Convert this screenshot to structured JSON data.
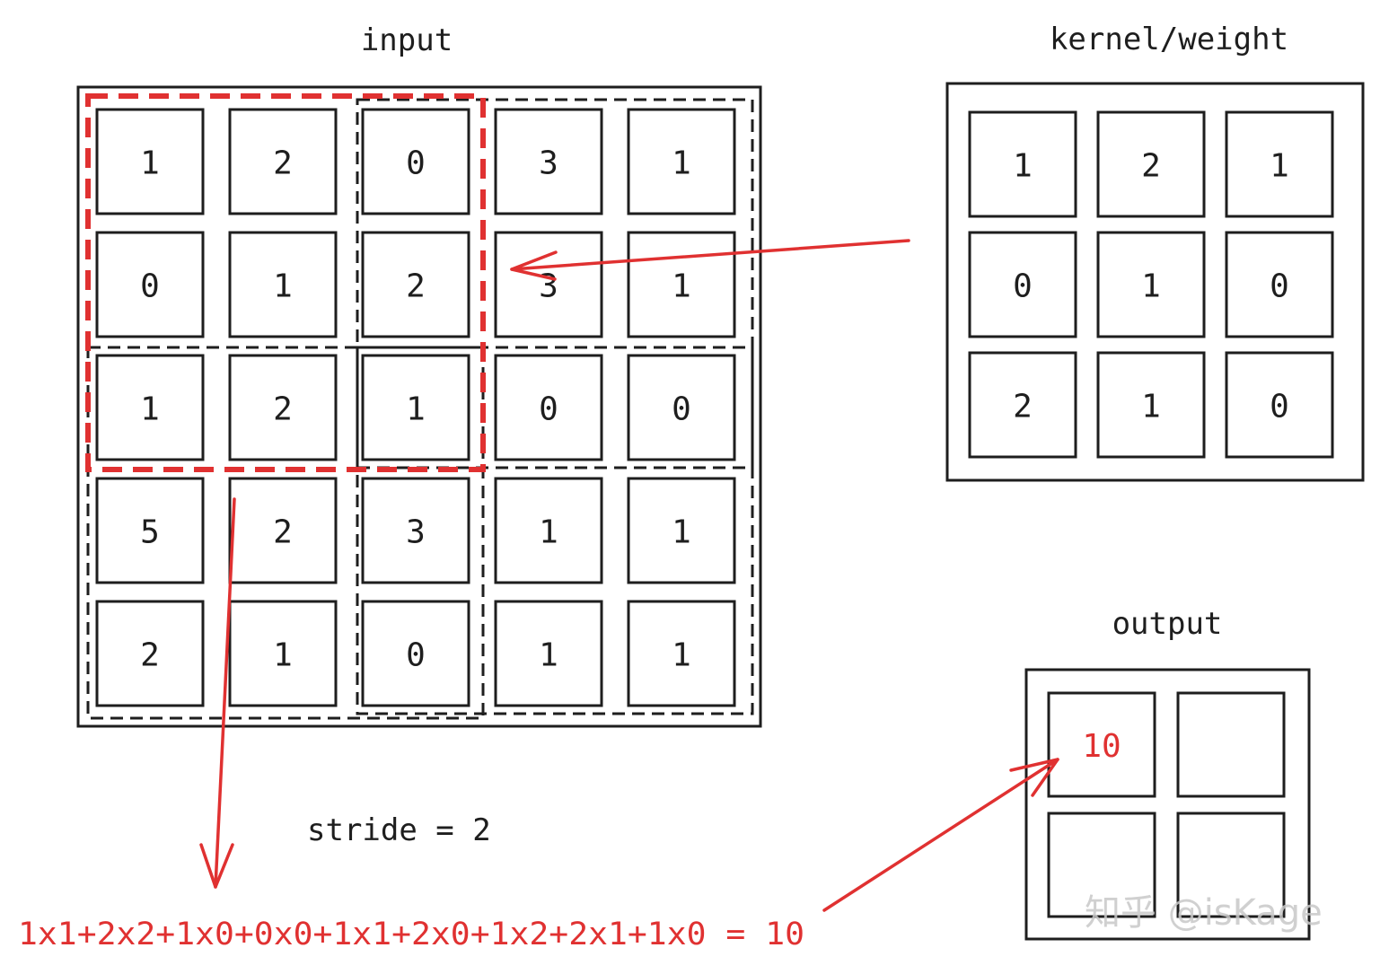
{
  "input": {
    "title": "input",
    "grid": [
      [
        "1",
        "2",
        "0",
        "3",
        "1"
      ],
      [
        "0",
        "1",
        "2",
        "3",
        "1"
      ],
      [
        "1",
        "2",
        "1",
        "0",
        "0"
      ],
      [
        "5",
        "2",
        "3",
        "1",
        "1"
      ],
      [
        "2",
        "1",
        "0",
        "1",
        "1"
      ]
    ]
  },
  "kernel": {
    "title": "kernel/weight",
    "grid": [
      [
        "1",
        "2",
        "1"
      ],
      [
        "0",
        "1",
        "0"
      ],
      [
        "2",
        "1",
        "0"
      ]
    ]
  },
  "output": {
    "title": "output",
    "grid": [
      [
        "10",
        ""
      ],
      [
        "",
        ""
      ]
    ]
  },
  "stride_label": "stride = 2",
  "formula": "1x1+2x2+1x0+0x0+1x1+2x0+1x2+2x1+1x0 = 10",
  "watermark": "知乎 @isKage",
  "colors": {
    "ink": "#1e1e1e",
    "accent_red": "#e03131"
  }
}
